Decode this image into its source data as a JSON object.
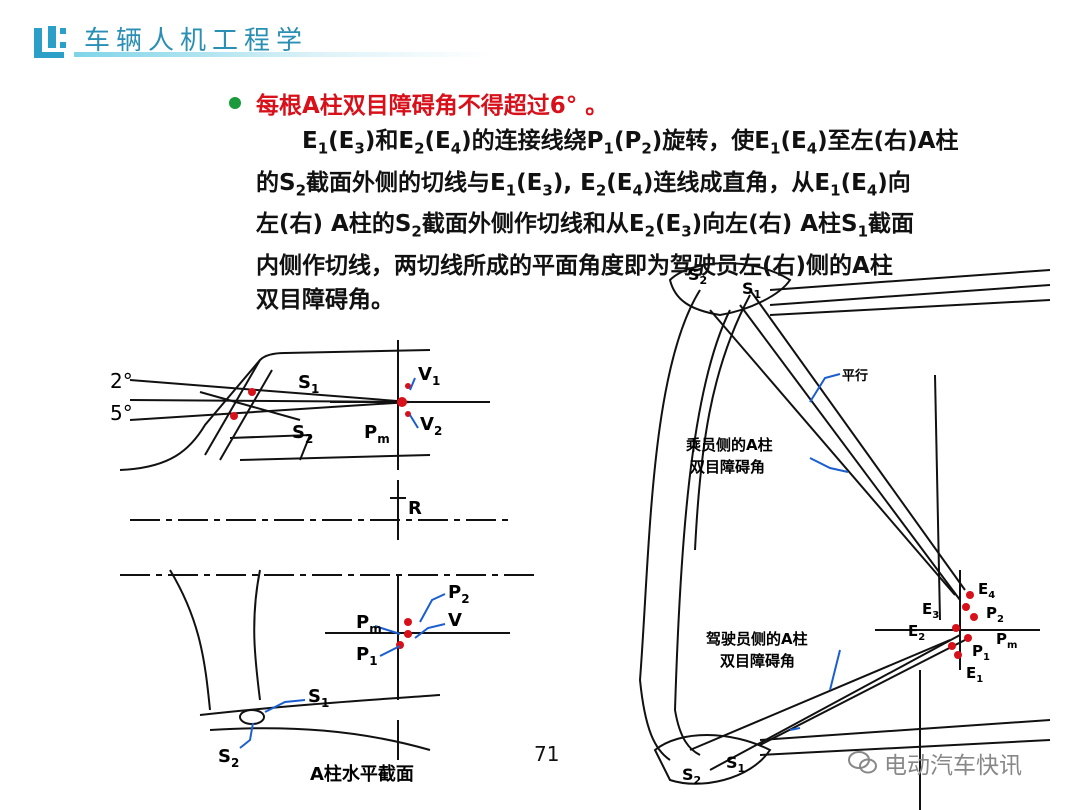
{
  "header": {
    "title": "车辆人机工程学"
  },
  "rule_text": "每根A柱双目障碍角不得超过6° 。",
  "description": {
    "lines": [
      [
        [
          "E",
          "1"
        ],
        [
          "(E",
          "3"
        ],
        [
          ")和E",
          "2"
        ],
        [
          "(E",
          "4"
        ],
        [
          ")的连接线绕P",
          "1"
        ],
        [
          "(P",
          "2"
        ],
        [
          ")旋转，使E",
          "1"
        ],
        [
          "(E",
          "4"
        ],
        [
          ")至左(右)A柱",
          ""
        ]
      ],
      [
        [
          "的S",
          "2"
        ],
        [
          "截面外侧的切线与E",
          "1"
        ],
        [
          "(E",
          "3"
        ],
        [
          "), E",
          "2"
        ],
        [
          "(E",
          "4"
        ],
        [
          ")连线成直角，从E",
          "1"
        ],
        [
          "(E",
          "4"
        ],
        [
          ")向",
          ""
        ]
      ],
      [
        [
          "左(右) A柱的S",
          "2"
        ],
        [
          "截面外侧作切线和从E",
          "2"
        ],
        [
          "(E",
          "3"
        ],
        [
          ")向左(右) A柱S",
          "1"
        ],
        [
          "截面",
          ""
        ]
      ],
      [
        [
          "内侧作切线，两切线所成的平面角度即为驾驶员左(右)侧的A柱",
          ""
        ]
      ],
      [
        [
          "双目障碍角。",
          ""
        ]
      ]
    ]
  },
  "left_figure": {
    "angle_top": "2°",
    "angle_bottom": "5°",
    "labels": {
      "s1": "S",
      "s1_sub": "1",
      "s2": "S",
      "s2_sub": "2",
      "v1": "V",
      "v1_sub": "1",
      "v2": "V",
      "v2_sub": "2",
      "pm": "P",
      "pm_sub": "m",
      "r": "R",
      "p2": "P",
      "p2_sub": "2",
      "pm2": "P",
      "pm2_sub": "m",
      "v": "V",
      "p1": "P",
      "p1_sub": "1",
      "s1b": "S",
      "s1b_sub": "1",
      "s2b": "S",
      "s2b_sub": "2"
    },
    "caption": "A柱水平截面"
  },
  "right_figure": {
    "labels": {
      "parallel": "平行",
      "passenger_1": "乘员侧的A柱",
      "passenger_2": "双目障碍角",
      "driver_1": "驾驶员侧的A柱",
      "driver_2": "双目障碍角",
      "s2_top": "S",
      "s2_top_sub": "2",
      "s1_top": "S",
      "s1_top_sub": "1",
      "s2_bot": "S",
      "s2_bot_sub": "2",
      "s1_bot": "S",
      "s1_bot_sub": "1",
      "e4": "E",
      "e4_sub": "4",
      "e3": "E",
      "e3_sub": "3",
      "p2": "P",
      "p2_sub": "2",
      "e2": "E",
      "e2_sub": "2",
      "pm": "P",
      "pm_sub": "m",
      "p1": "P",
      "p1_sub": "1",
      "e1": "E",
      "e1_sub": "1"
    }
  },
  "page_number": "71",
  "watermark": "电动汽车快讯"
}
